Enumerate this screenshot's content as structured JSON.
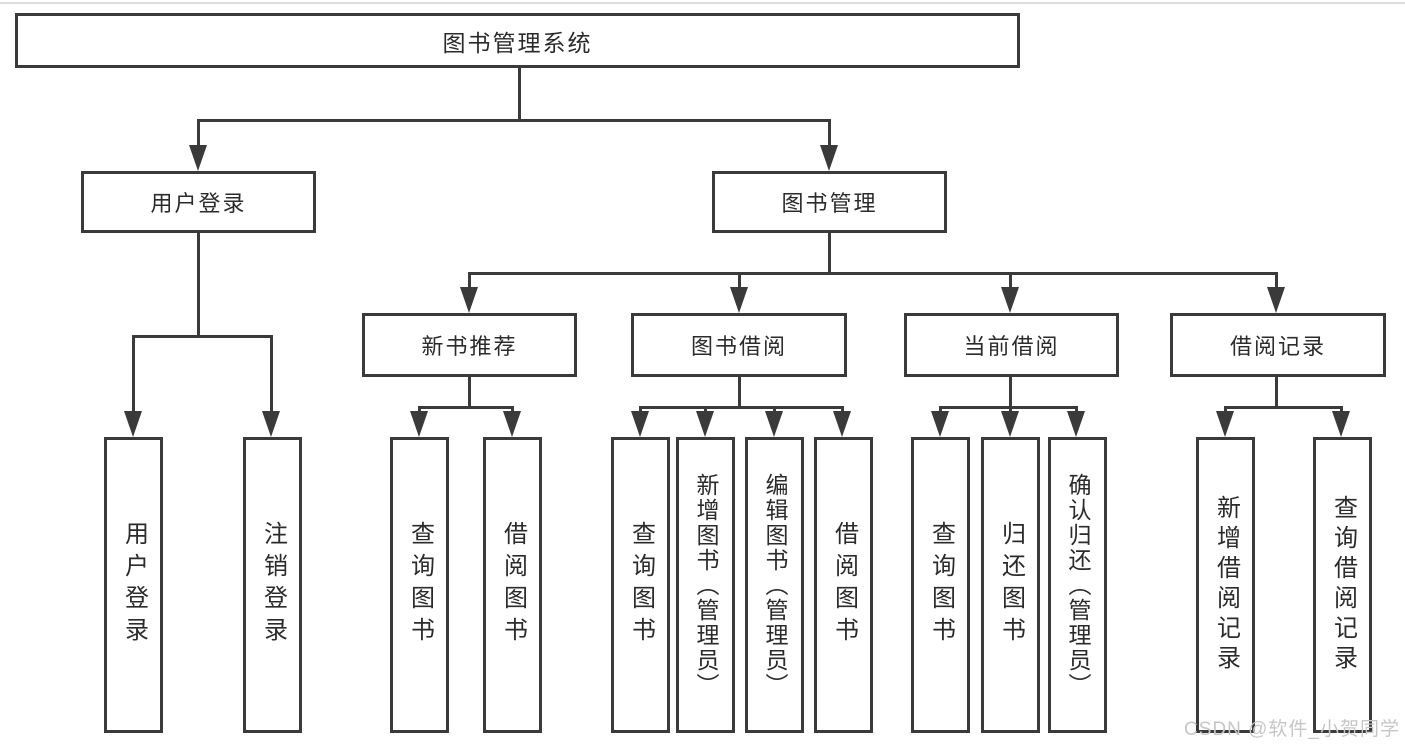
{
  "diagram": {
    "root": {
      "label": "图书管理系统"
    },
    "level2": [
      {
        "label": "用户登录"
      },
      {
        "label": "图书管理"
      }
    ],
    "level3": [
      {
        "label": "新书推荐"
      },
      {
        "label": "图书借阅"
      },
      {
        "label": "当前借阅"
      },
      {
        "label": "借阅记录"
      }
    ],
    "leaves": {
      "user_login": [
        {
          "label": "用户登录"
        },
        {
          "label": "注销登录"
        }
      ],
      "new_book": [
        {
          "label": "查询图书"
        },
        {
          "label": "借阅图书"
        }
      ],
      "book_borrow": [
        {
          "label": "查询图书"
        },
        {
          "label": "新增图书（管理员）"
        },
        {
          "label": "编辑图书（管理员）"
        },
        {
          "label": "借阅图书"
        }
      ],
      "current_borrow": [
        {
          "label": "查询图书"
        },
        {
          "label": "归还图书"
        },
        {
          "label": "确认归还（管理员）"
        }
      ],
      "borrow_records": [
        {
          "label": "新增借阅记录"
        },
        {
          "label": "查询借阅记录"
        }
      ]
    }
  },
  "watermark": "CSDN @软件_小贺同学",
  "colors": {
    "line": "#3a3a3a",
    "text": "#2b2b2b",
    "background": "#ffffff",
    "watermark": "#c6c6c6"
  }
}
